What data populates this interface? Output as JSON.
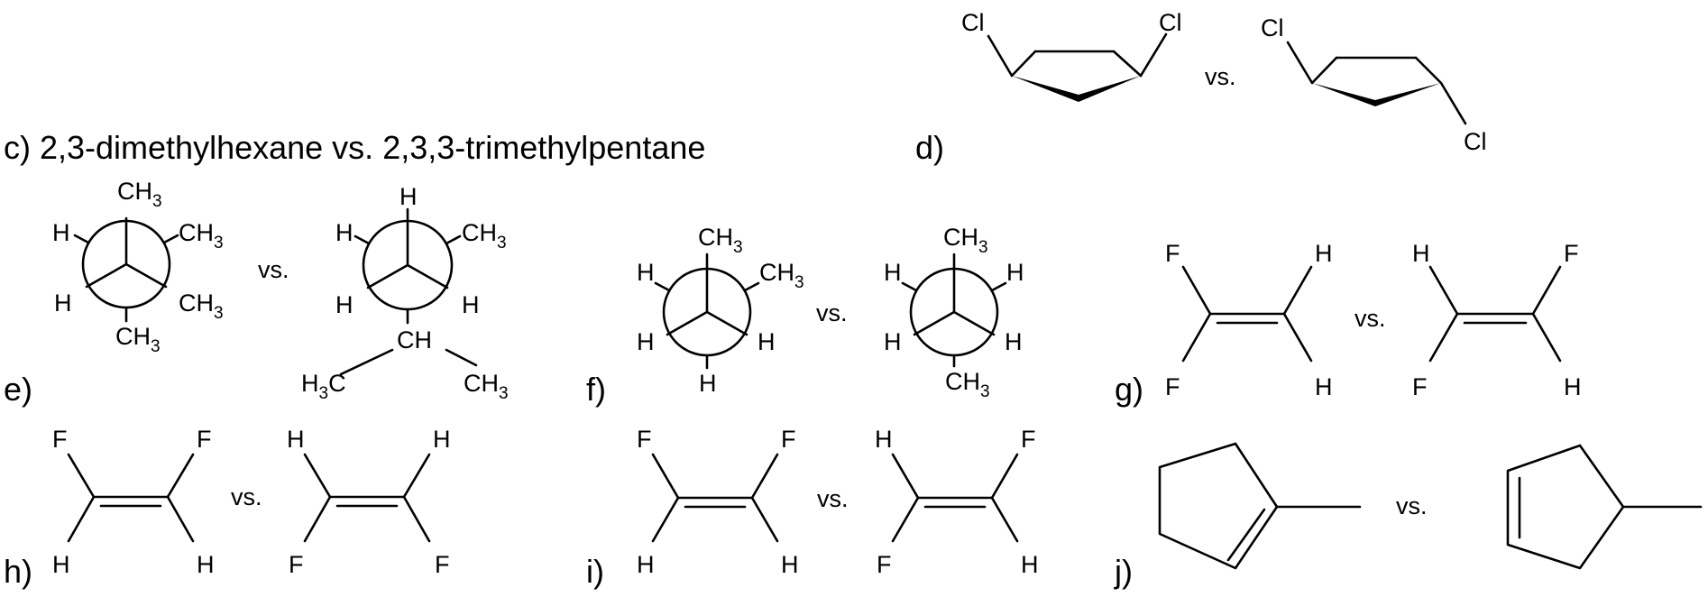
{
  "labels": {
    "c": "c) 2,3-dimethylhexane vs. 2,3,3-trimethylpentane",
    "d": "d)",
    "e": "e)",
    "f": "f)",
    "g": "g)",
    "h": "h)",
    "i": "i)",
    "j": "j)"
  },
  "vs": "vs.",
  "atoms": {
    "cl": "Cl",
    "f": "F",
    "h": "H",
    "c": "C",
    "ch": "CH",
    "ch3": "CH",
    "sub3": "3"
  }
}
